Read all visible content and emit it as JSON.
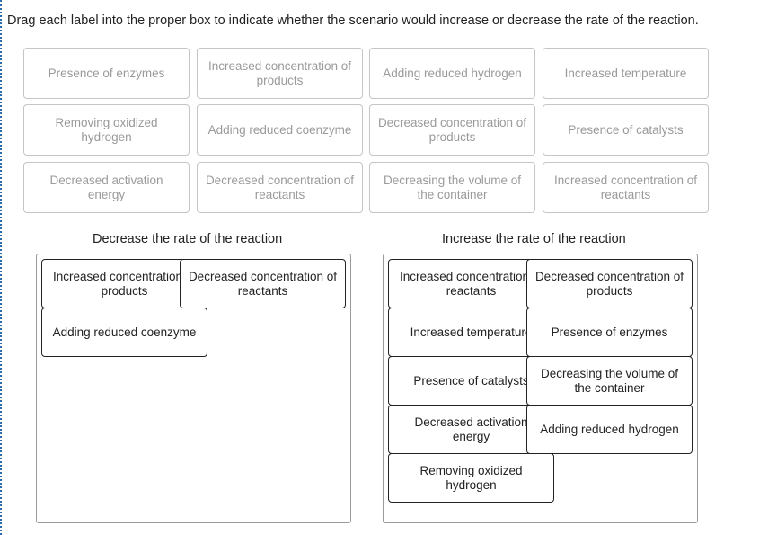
{
  "instructions": "Drag each label into the proper box to indicate whether the scenario would increase or decrease the rate of the reaction.",
  "bank": {
    "row1": [
      "Presence of enzymes",
      "Increased concentration of products",
      "Adding reduced hydrogen",
      "Increased temperature"
    ],
    "row2": [
      "Removing oxidized hydrogen",
      "Adding reduced coenzyme",
      "Decreased concentration of products",
      "Presence of catalysts"
    ],
    "row3": [
      "Decreased activation energy",
      "Decreased concentration of reactants",
      "Decreasing the volume of the container",
      "Increased concentration of reactants"
    ]
  },
  "decrease_zone": {
    "title": "Decrease the rate of the reaction",
    "tiles": [
      "Increased concentration of products",
      "Decreased concentration of reactants",
      "Adding reduced coenzyme"
    ]
  },
  "increase_zone": {
    "title": "Increase the rate of the reaction",
    "tiles": [
      "Increased concentration of reactants",
      "Decreased concentration of products",
      "Increased temperature",
      "Presence of enzymes",
      "Presence of catalysts",
      "Decreasing the volume of the container",
      "Decreased activation energy",
      "Adding reduced hydrogen",
      "Removing oxidized hydrogen"
    ]
  }
}
